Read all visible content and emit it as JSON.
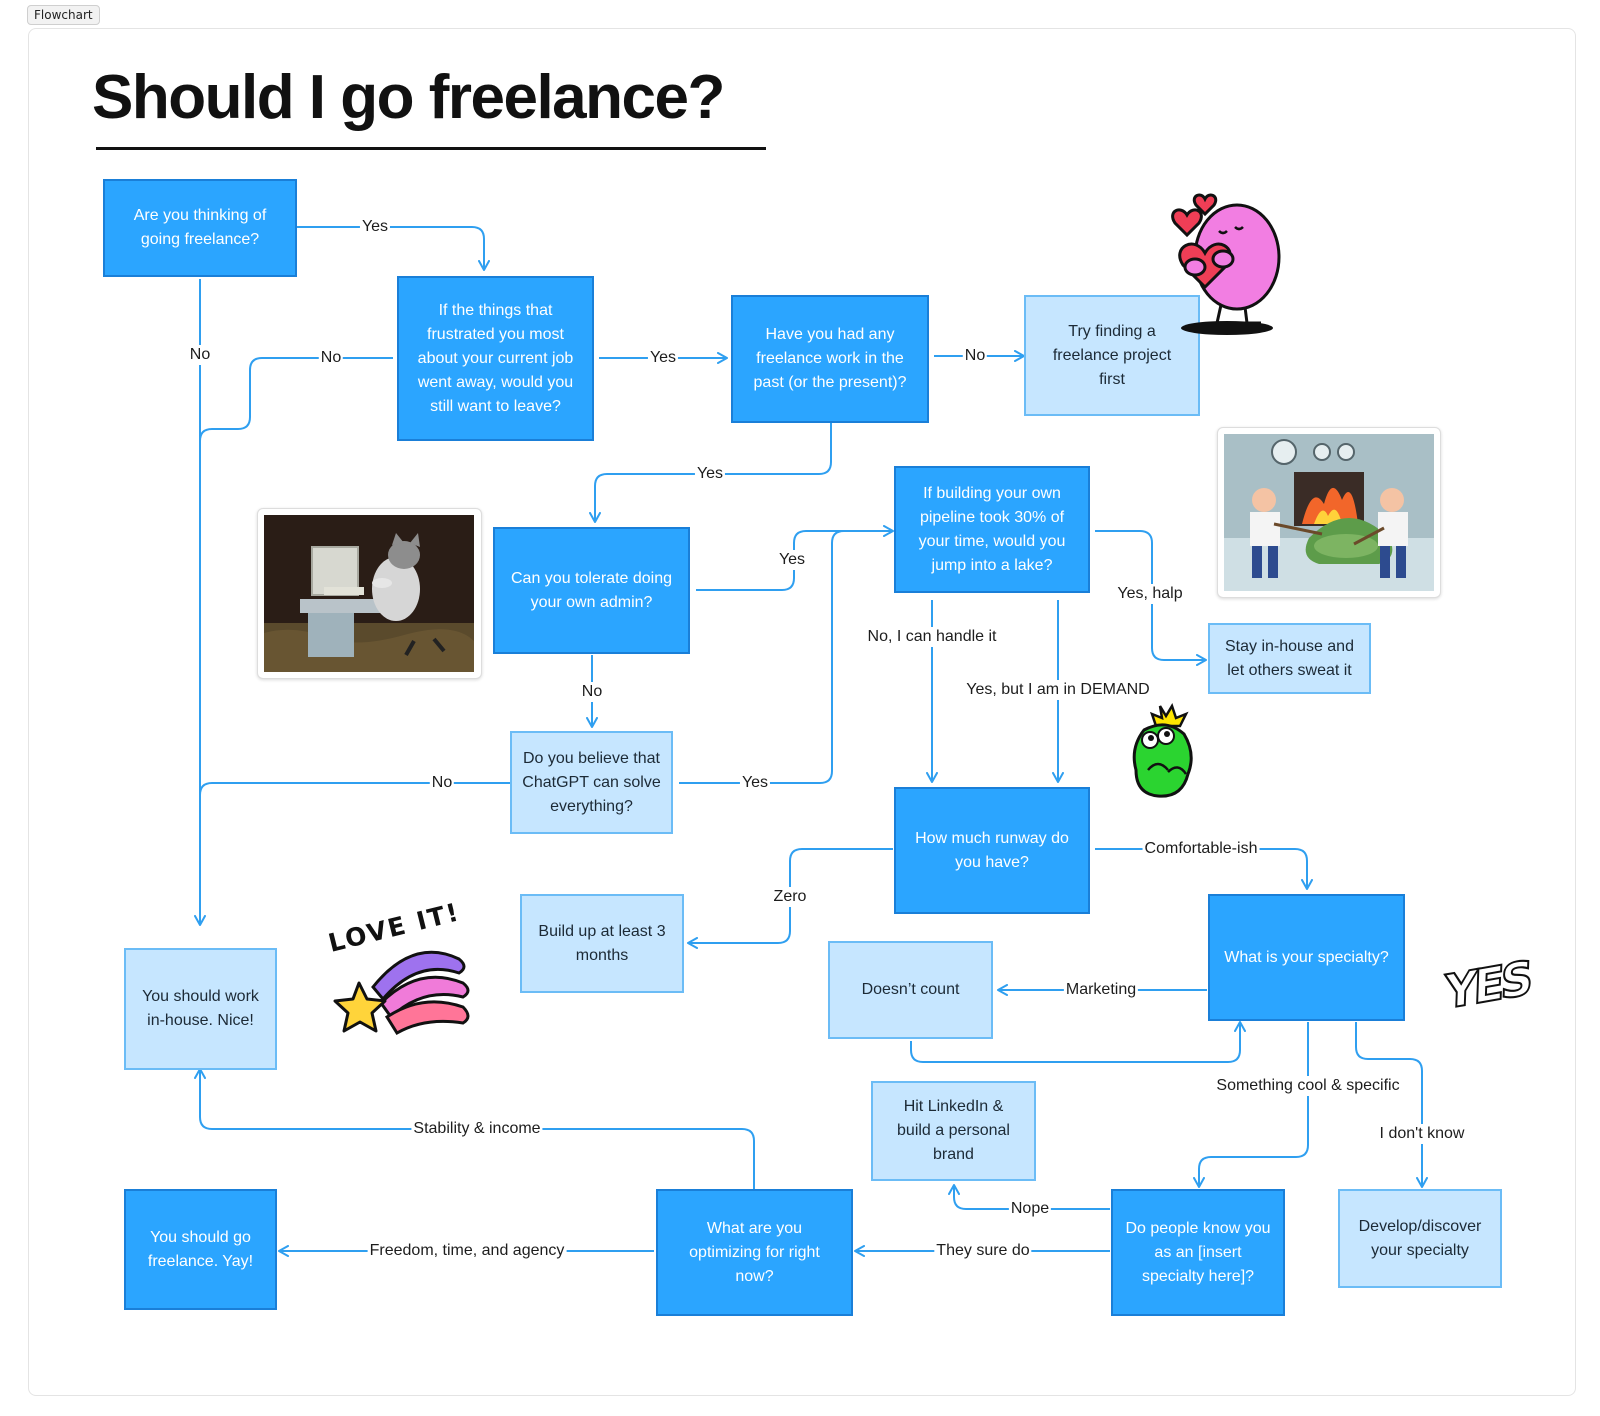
{
  "tab_label": "Flowchart",
  "title": "Should I go freelance?",
  "nodes": {
    "q_thinking": "Are you thinking of going freelance?",
    "q_frustrated": "If the things that frustrated you most about your current job went away, would you still want to leave?",
    "q_past_work": "Have you had any freelance work in the past (or the present)?",
    "a_try_project": "Try finding a freelance project first",
    "q_admin": "Can you tolerate doing your own admin?",
    "q_pipeline": "If building your own pipeline took 30% of your time, would you jump into a lake?",
    "a_stay_inhouse": "Stay in-house and let others sweat it",
    "q_chatgpt": "Do you believe that ChatGPT can solve everything?",
    "q_runway": "How much runway do you have?",
    "a_build_months": "Build up at least 3 months",
    "a_work_inhouse": "You should work in-house. Nice!",
    "q_specialty": "What is your specialty?",
    "a_doesnt_count": "Doesn’t count",
    "a_linkedin": "Hit LinkedIn & build a personal brand",
    "a_go_freelance": "You should go freelance. Yay!",
    "q_optimizing": "What are you optimizing for right now?",
    "q_people_know": "Do people know you as an [insert specialty here]?",
    "a_develop": "Develop/discover your specialty"
  },
  "edge_labels": {
    "thinking_yes": "Yes",
    "thinking_no": "No",
    "frustrated_no": "No",
    "frustrated_yes": "Yes",
    "past_no": "No",
    "past_yes": "Yes",
    "admin_yes": "Yes",
    "admin_no": "No",
    "chatgpt_no": "No",
    "chatgpt_yes": "Yes",
    "pipeline_handle": "No, I can handle it",
    "pipeline_demand": "Yes, but I am in DEMAND",
    "pipeline_halp": "Yes, halp",
    "runway_zero": "Zero",
    "runway_comfortable": "Comfortable-ish",
    "specialty_marketing": "Marketing",
    "specialty_cool": "Something cool & specific",
    "specialty_dont_know": "I don't know",
    "optimizing_stability": "Stability & income",
    "optimizing_freedom": "Freedom, time, and agency",
    "people_nope": "Nope",
    "people_sure": "They sure do"
  },
  "stickers": {
    "love_it": "LOVE IT!",
    "yes": "YES"
  },
  "colors": {
    "question_fill": "#2ba5ff",
    "answer_fill": "#c6e6ff",
    "connector": "#2f9ff0"
  }
}
